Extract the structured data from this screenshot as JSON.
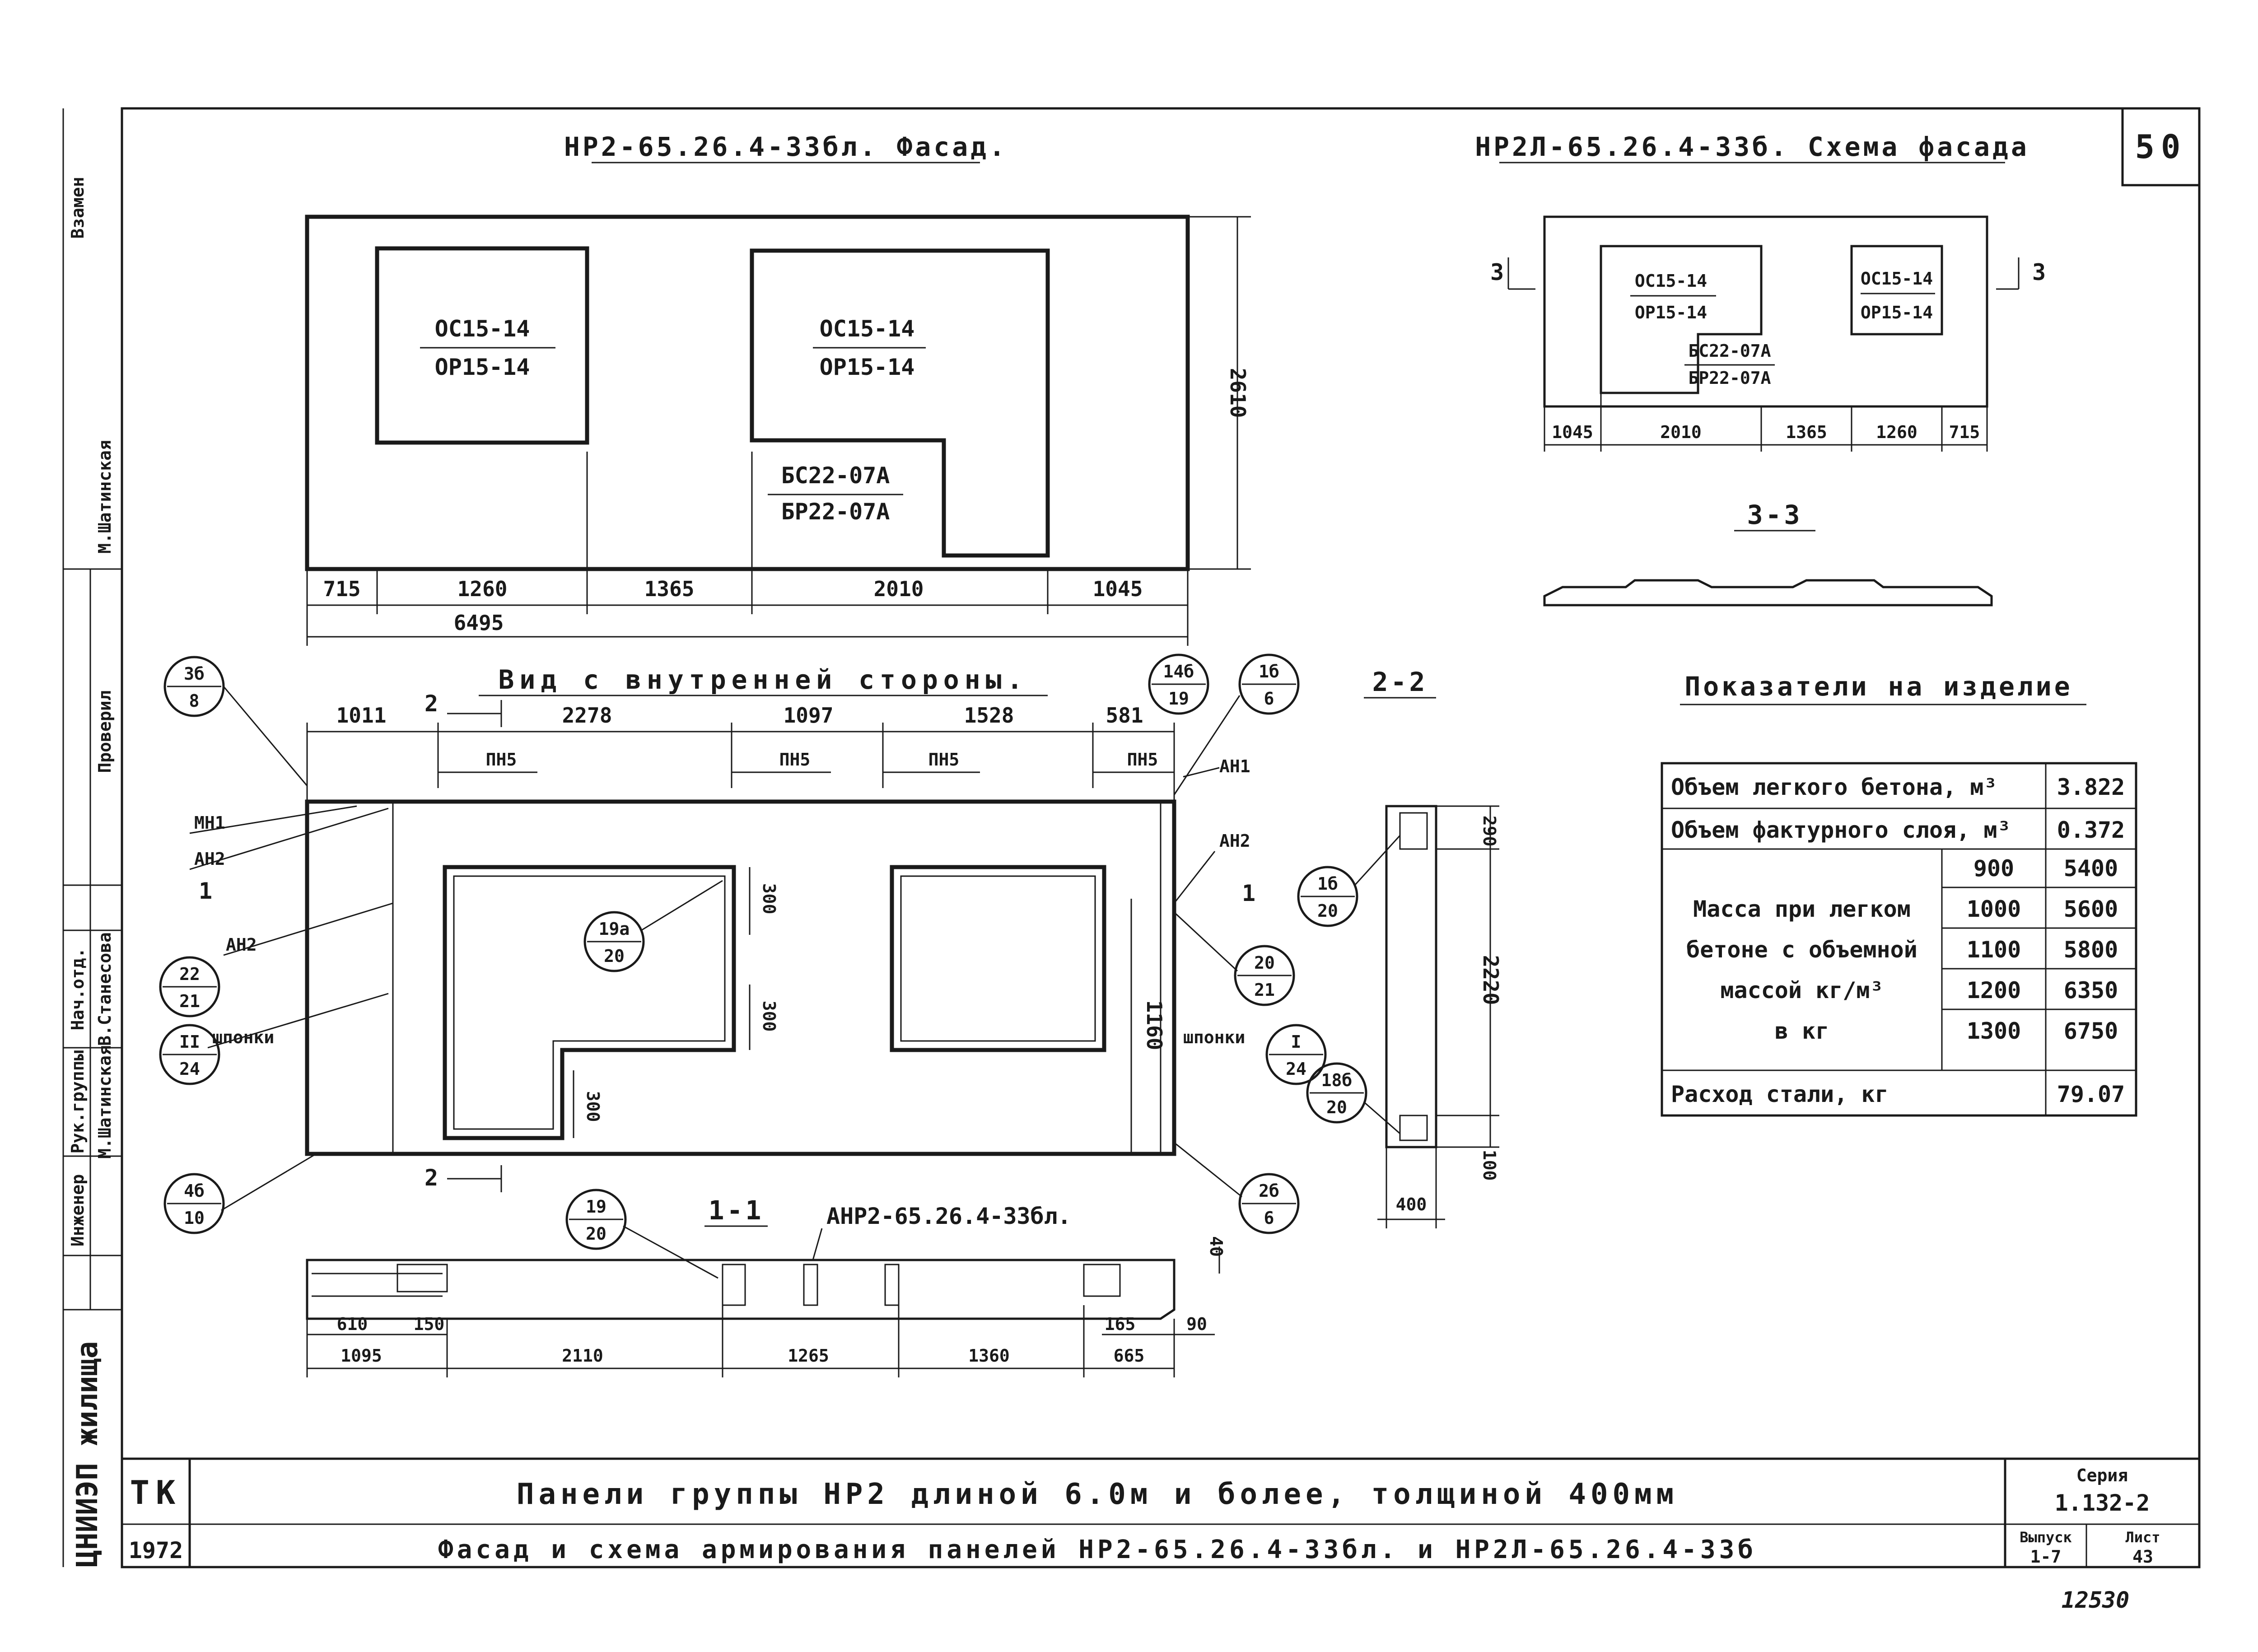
{
  "sheet_number": "50",
  "facade_title": "НР2-65.26.4-33бл. Фасад.",
  "facade": {
    "window_left_top": "ОС15-14",
    "window_left_bottom": "ОР15-14",
    "window_right_top": "ОС15-14",
    "window_right_bottom": "ОР15-14",
    "door_top": "БС22-07А",
    "door_bottom": "БР22-07А",
    "height": "2610",
    "dims": [
      "715",
      "1260",
      "1365",
      "2010",
      "1045"
    ],
    "total": "6495"
  },
  "scheme_title": "НР2Л-65.26.4-33б. Схема фасада",
  "scheme": {
    "w1_top": "ОС15-14",
    "w1_bottom": "ОР15-14",
    "w2_top": "ОС15-14",
    "w2_bottom": "ОР15-14",
    "door_top": "БС22-07А",
    "door_bottom": "БР22-07А",
    "cut_left": "3",
    "cut_right": "3",
    "dims": [
      "1045",
      "2010",
      "1365",
      "1260",
      "715"
    ]
  },
  "section_33": "3-3",
  "inner_title": "Вид с внутренней стороны.",
  "inner": {
    "top_dims": [
      "1011",
      "2278",
      "1097",
      "1528",
      "581"
    ],
    "pins": [
      "ПН5",
      "ПН5",
      "ПН5",
      "ПН5"
    ],
    "cut_mark": "2",
    "callouts": [
      {
        "top": "3б",
        "bottom": "8"
      },
      {
        "top": "14б",
        "bottom": "19"
      },
      {
        "top": "1б",
        "bottom": "6"
      },
      {
        "top": "19а",
        "bottom": "20"
      },
      {
        "top": "22",
        "bottom": "21"
      },
      {
        "top": "II",
        "bottom": "24"
      },
      {
        "top": "4б",
        "bottom": "10"
      },
      {
        "top": "20",
        "bottom": "21"
      },
      {
        "top": "I",
        "bottom": "24"
      },
      {
        "top": "2б",
        "bottom": "6"
      },
      {
        "top": "19",
        "bottom": "20"
      }
    ],
    "labels": {
      "mn1": "МН1",
      "an2_left": "АН2",
      "an2_left2": "АН2",
      "shponki_left": "шпонки",
      "an1_right": "АН1",
      "an2_right": "АН2",
      "shponki_right": "шпонки",
      "cut_1": "1"
    },
    "dim_300a": "300",
    "dim_300b": "300",
    "dim_300c": "300",
    "dim_1160": "1160"
  },
  "section_22": {
    "title": "2-2",
    "callout_a": {
      "top": "1б",
      "bottom": "20"
    },
    "callout_b": {
      "top": "18б",
      "bottom": "20"
    },
    "dims": [
      "290",
      "2220",
      "100"
    ],
    "width": "400"
  },
  "section_11": {
    "title": "1-1",
    "note": "АНР2-65.26.4-33бл.",
    "dim_40": "40",
    "dims_top": [
      "610",
      "150",
      "165",
      "90"
    ],
    "dims_bottom": [
      "1095",
      "2110",
      "1265",
      "1360",
      "665"
    ]
  },
  "indicators": {
    "title": "Показатели на изделие",
    "rows": [
      {
        "label": "Объем легкого бетона, м³",
        "value": "3.822"
      },
      {
        "label": "Объем фактурного слоя, м³",
        "value": "0.372"
      }
    ],
    "mass_label": [
      "Масса при легком",
      "бетоне с объемной",
      "массой кг/м³",
      "в кг"
    ],
    "mass_rows": [
      {
        "density": "900",
        "value": "5400"
      },
      {
        "density": "1000",
        "value": "5600"
      },
      {
        "density": "1100",
        "value": "5800"
      },
      {
        "density": "1200",
        "value": "6350"
      },
      {
        "density": "1300",
        "value": "6750"
      }
    ],
    "steel": {
      "label": "Расход стали, кг",
      "value": "79.07"
    }
  },
  "stamp": {
    "code": "ТК",
    "year": "1972",
    "title_1": "Панели группы НР2 длиной 6.0м и более, толщиной 400мм",
    "title_2": "Фасад и схема армирования панелей НР2-65.26.4-33бл. и НР2Л-65.26.4-33б",
    "seria_label": "Серия",
    "seria": "1.132-2",
    "vypusk_label": "Выпуск",
    "vypusk": "1-7",
    "list_label": "Лист",
    "list": "43",
    "inventory": "12530"
  },
  "side_block": {
    "zamen": "Взамен",
    "checked": "Проверил",
    "roles": [
      "Инженер",
      "Рук.группы",
      "Нач.отд."
    ],
    "names": [
      "М.Шатинская",
      "В.Станесова",
      "М.Шатинская"
    ],
    "org": "ЦНИИЭП жилища"
  }
}
